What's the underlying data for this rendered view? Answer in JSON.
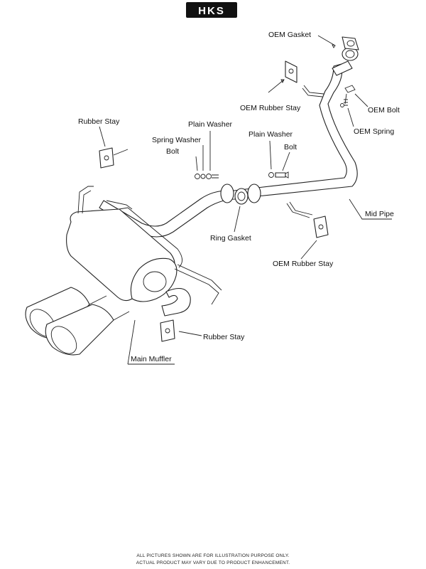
{
  "brand": {
    "logo_text": "HKS"
  },
  "labels": {
    "oem_gasket": "OEM Gasket",
    "oem_rubber_stay_top": "OEM Rubber Stay",
    "oem_bolt": "OEM Bolt",
    "oem_spring": "OEM Spring",
    "rubber_stay_left": "Rubber Stay",
    "plain_washer_left": "Plain Washer",
    "spring_washer": "Spring Washer",
    "bolt_left": "Bolt",
    "plain_washer_right": "Plain Washer",
    "bolt_right": "Bolt",
    "mid_pipe": "Mid Pipe",
    "ring_gasket": "Ring Gasket",
    "oem_rubber_stay_bottom": "OEM Rubber Stay",
    "rubber_stay_bottom": "Rubber Stay",
    "main_muffler": "Main Muffler"
  },
  "disclaimer": {
    "line1": "ALL PICTURES SHOWN ARE FOR ILLUSTRATION PURPOSE ONLY.",
    "line2": "ACTUAL PRODUCT MAY VARY DUE TO PRODUCT ENHANCEMENT."
  }
}
